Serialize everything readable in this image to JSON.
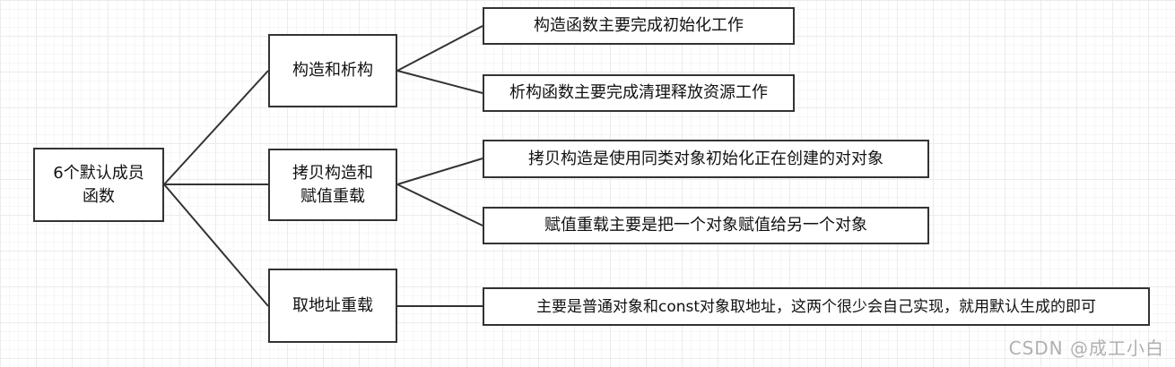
{
  "root": {
    "label_line1": "6个默认成员",
    "label_line2": "函数"
  },
  "branches": [
    {
      "label": "构造和析构"
    },
    {
      "label_line1": "拷贝构造和",
      "label_line2": "赋值重载"
    },
    {
      "label": "取地址重载"
    }
  ],
  "leaves": [
    "构造函数主要完成初始化工作",
    "析构函数主要完成清理释放资源工作",
    "拷贝构造是使用同类对象初始化正在创建的对对象",
    "赋值重载主要是把一个对象赋值给另一个对象",
    "主要是普通对象和const对象取地址，这两个很少会自己实现，就用默认生成的即可"
  ],
  "watermark": "CSDN @成工小白",
  "colors": {
    "line": "#333333",
    "box_border": "#333333",
    "background": "#ffffff"
  }
}
